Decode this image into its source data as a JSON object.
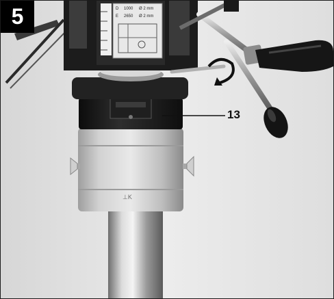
{
  "figure": {
    "step_number": "5",
    "callout_label": "13"
  },
  "scale_plate": {
    "row1_left": "D",
    "row1_mid": "1000",
    "row1_right": "Ø 2 mm",
    "row2_left": "E",
    "row2_mid": "2650",
    "row2_right": "Ø 2 mm"
  },
  "colors": {
    "background": "#e4e4e4",
    "badge": "#000000",
    "metal": "#c8c8c8",
    "dark_part": "#1b1b1b"
  }
}
